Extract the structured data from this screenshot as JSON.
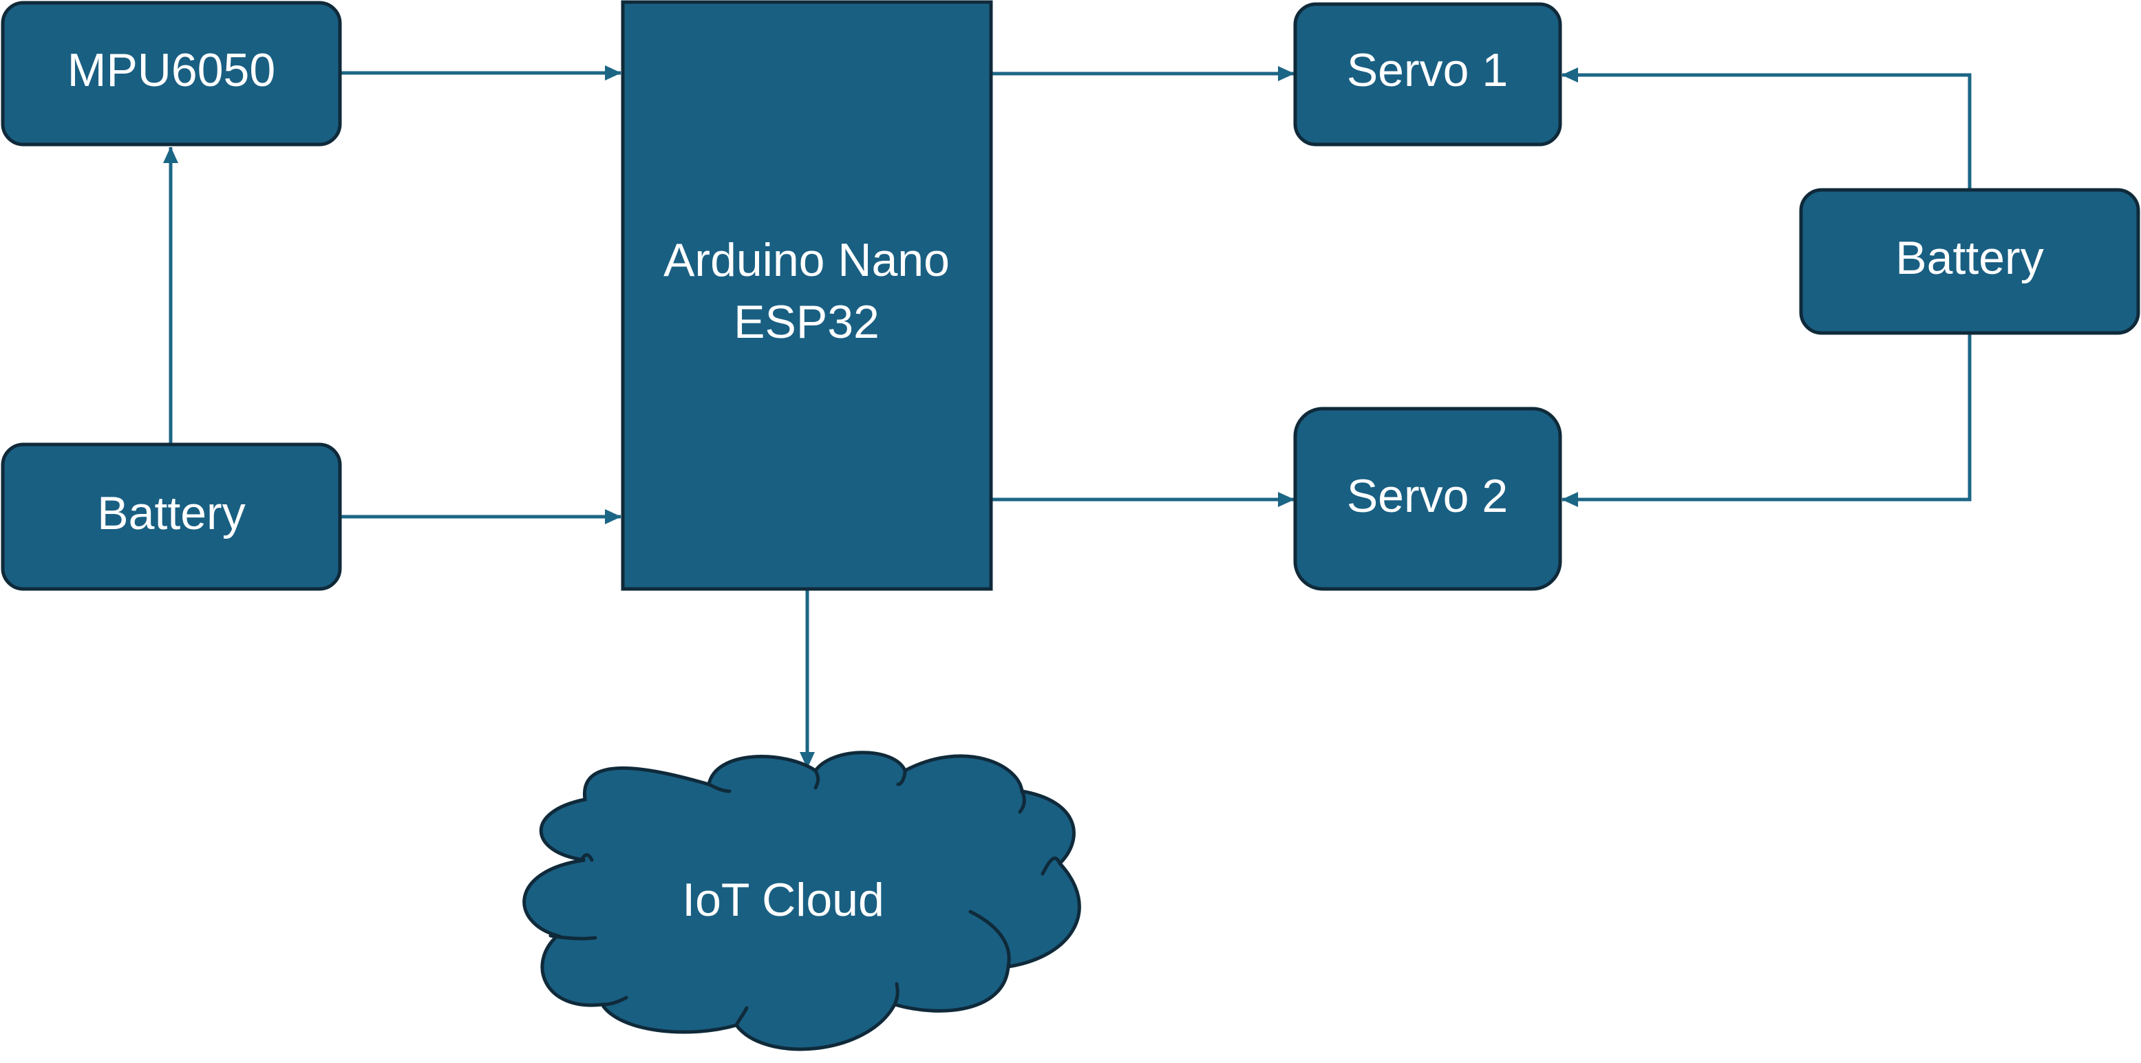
{
  "colors": {
    "box_fill": "#195f82",
    "box_stroke": "#0f2a3a",
    "connector": "#1c6685",
    "text": "#ffffff",
    "background": "#ffffff"
  },
  "nodes": {
    "mpu6050": {
      "label": "MPU6050"
    },
    "battery_left": {
      "label": "Battery"
    },
    "controller": {
      "line1": "Arduino Nano",
      "line2": "ESP32"
    },
    "servo1": {
      "label": "Servo 1"
    },
    "servo2": {
      "label": "Servo 2"
    },
    "battery_right": {
      "label": "Battery"
    },
    "cloud": {
      "label": "IoT Cloud"
    }
  },
  "edges": [
    {
      "from": "MPU6050",
      "to": "Arduino Nano ESP32"
    },
    {
      "from": "Battery",
      "to": "MPU6050"
    },
    {
      "from": "Battery",
      "to": "Arduino Nano ESP32"
    },
    {
      "from": "Arduino Nano ESP32",
      "to": "Servo 1"
    },
    {
      "from": "Arduino Nano ESP32",
      "to": "Servo 2"
    },
    {
      "from": "Arduino Nano ESP32",
      "to": "IoT Cloud"
    },
    {
      "from": "Battery",
      "to": "Servo 1"
    },
    {
      "from": "Battery",
      "to": "Servo 2"
    }
  ]
}
